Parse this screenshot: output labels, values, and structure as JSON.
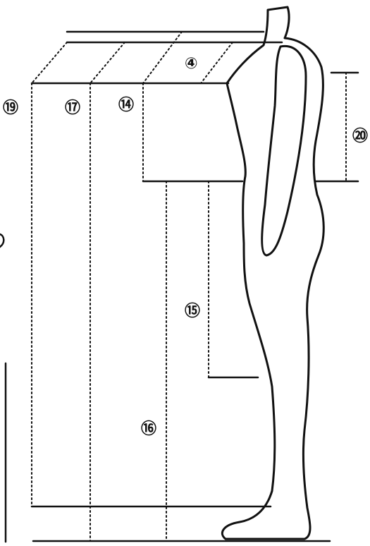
{
  "callouts": {
    "c19": "⑲",
    "c17": "⑰",
    "c14": "⑭",
    "c4": "④",
    "c20": "⑳",
    "c15": "⑮",
    "c16": "⑯"
  },
  "colors": {
    "line": "#111111",
    "background": "#ffffff"
  }
}
